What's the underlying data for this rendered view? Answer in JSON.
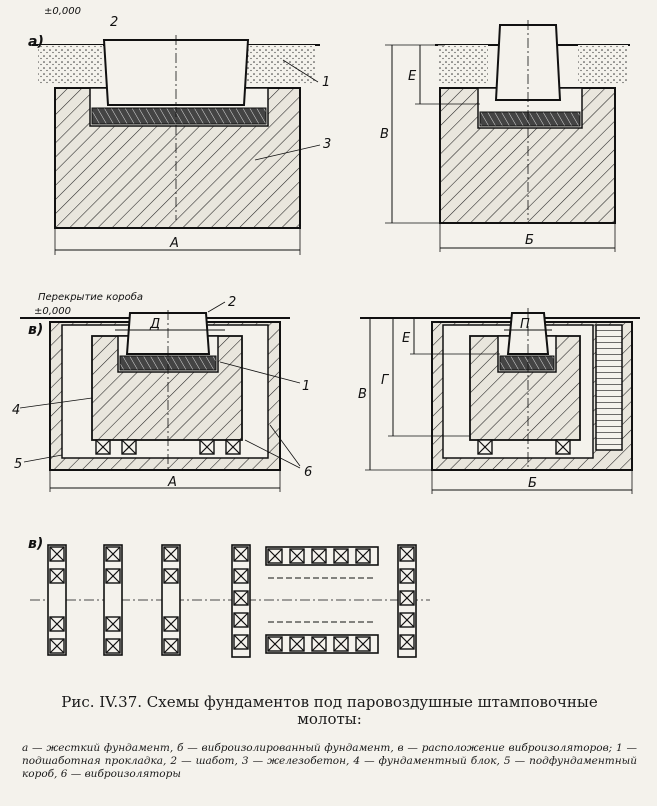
{
  "labels": {
    "zero_top": "±0,000",
    "zero_mid": "±0,000",
    "cover_label": "Перекрытие короба",
    "panel_a": "а)",
    "panel_v": "в)",
    "panel_b": "в)",
    "n1": "1",
    "n2": "2",
    "n3": "3",
    "n4": "4",
    "n5": "5",
    "n6": "6",
    "n1b": "1",
    "n2b": "2",
    "dim_A_top": "А",
    "dim_B_top": "Б",
    "dim_V_top": "В",
    "dim_E_top": "Е",
    "dim_A_mid": "А",
    "dim_B_mid": "Б",
    "dim_V_mid": "В",
    "dim_G_mid": "Г",
    "dim_E_mid": "Е",
    "dim_D": "Д",
    "dim_P": "П"
  },
  "caption": {
    "line1": "Рис. IV.37. Схемы фундаментов под паровоздушные штамповочные",
    "line2": "молоты:"
  },
  "legend": {
    "text": "а — жесткий фундамент, б — виброизолированный фундамент, в — расположение виброизоляторов; 1 — подшаботная прокладка, 2 — шабот, 3 — железобетон, 4 — фундаментный блок, 5 — подфундаментный короб, 6 — виброизоляторы"
  }
}
